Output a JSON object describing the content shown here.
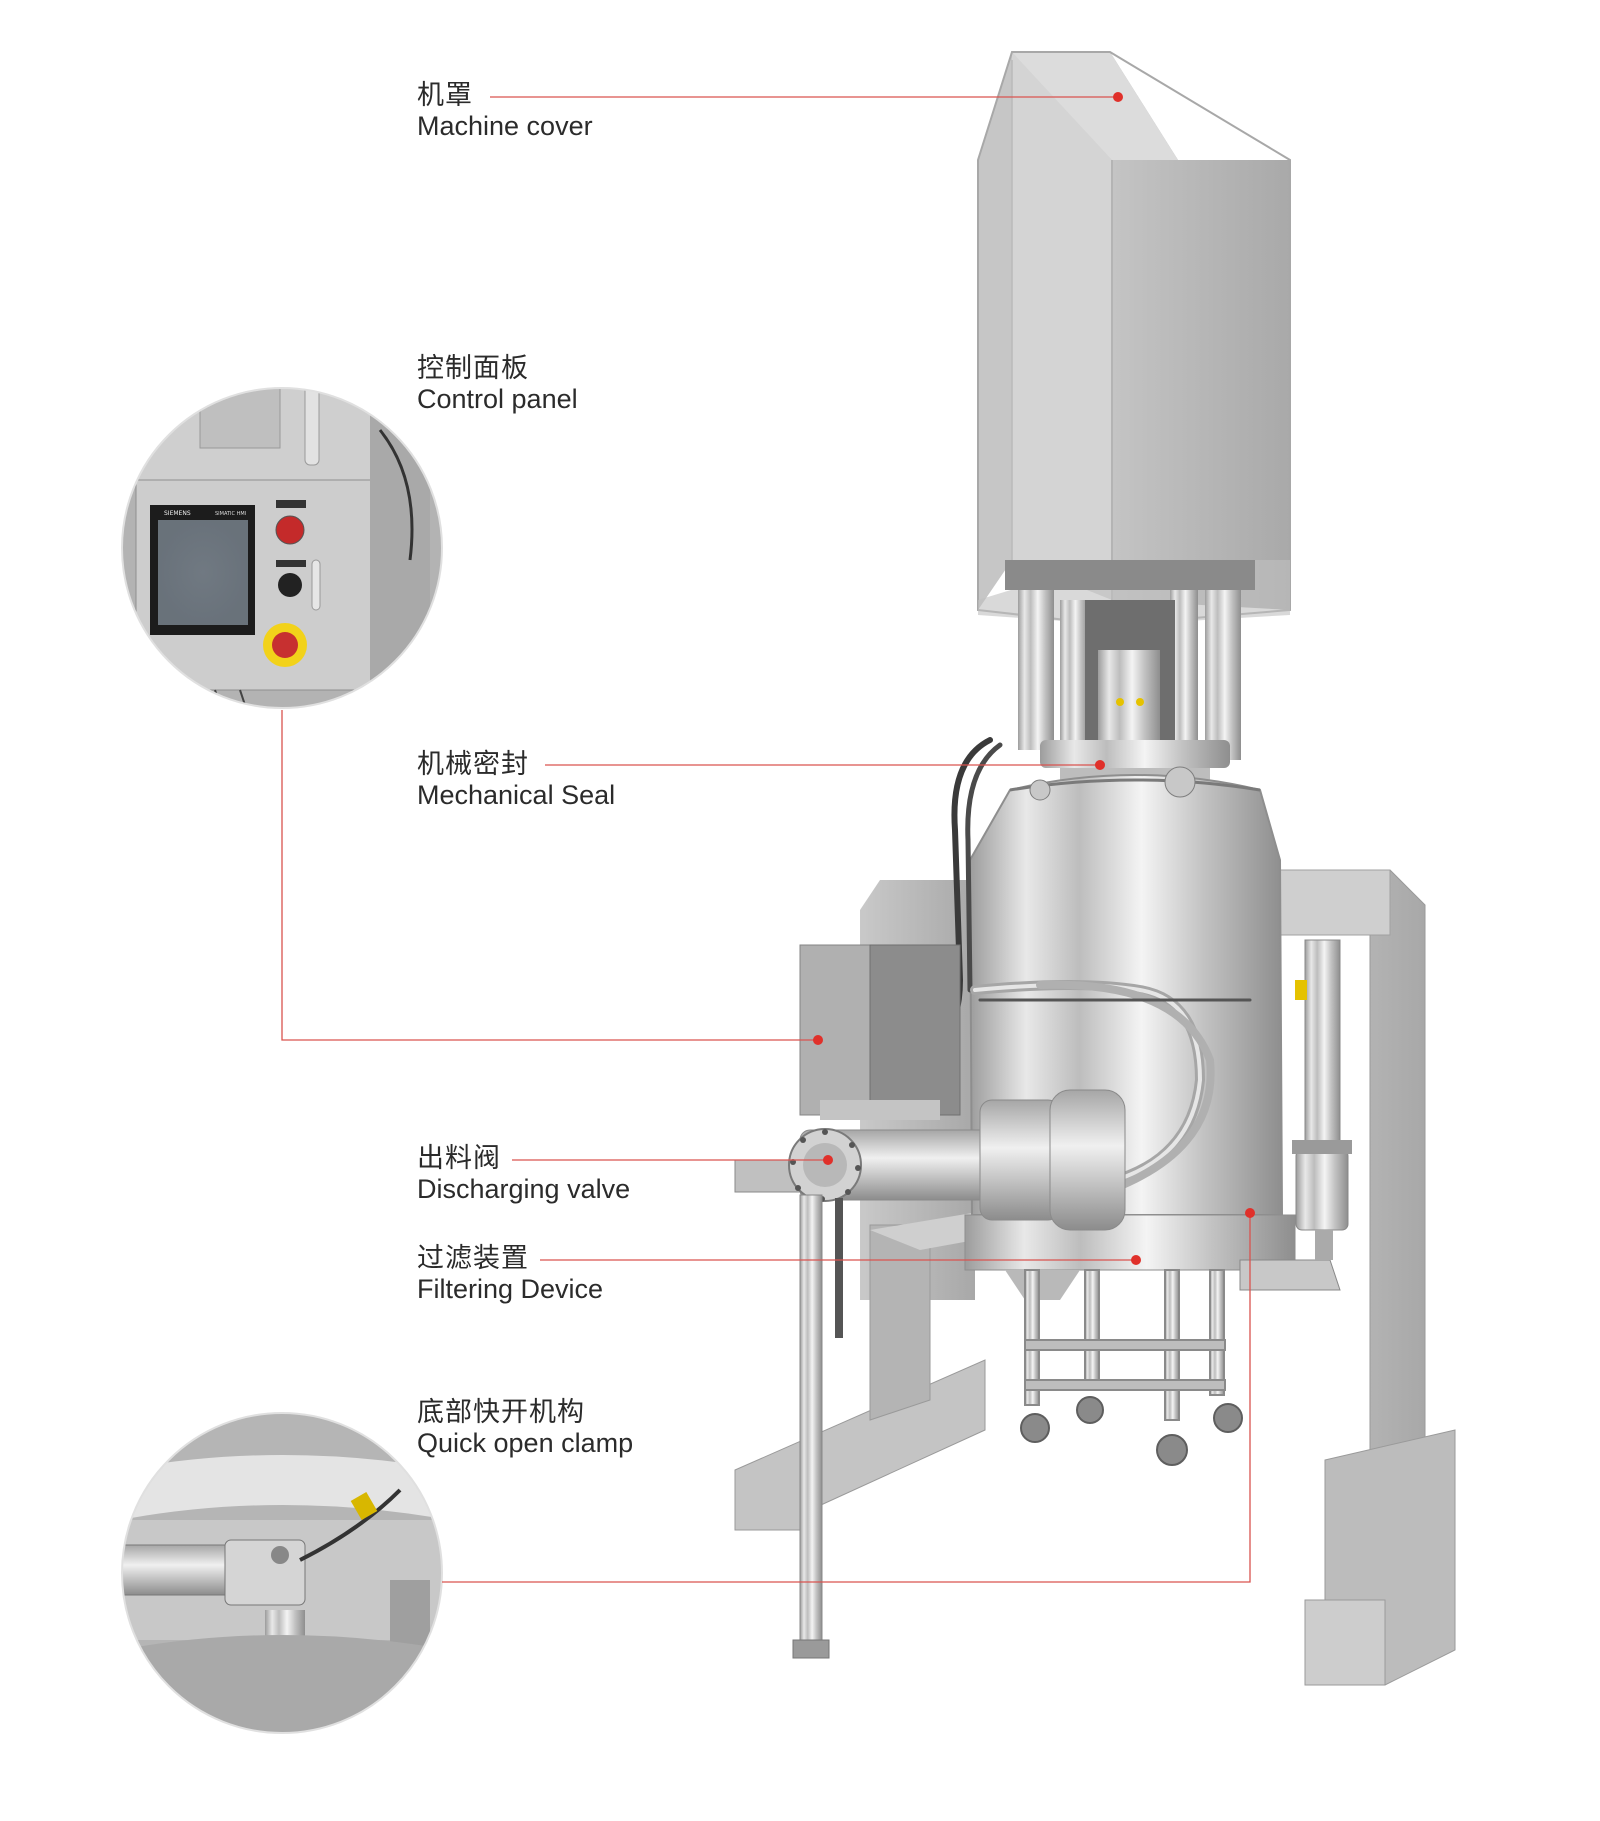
{
  "callouts": [
    {
      "id": "machine-cover",
      "cn": "机罩",
      "en": "Machine cover"
    },
    {
      "id": "control-panel",
      "cn": "控制面板",
      "en": "Control panel"
    },
    {
      "id": "mechanical-seal",
      "cn": "机械密封",
      "en": "Mechanical Seal"
    },
    {
      "id": "discharging-valve",
      "cn": "出料阀",
      "en": "Discharging valve"
    },
    {
      "id": "filtering-device",
      "cn": "过滤装置",
      "en": "Filtering Device"
    },
    {
      "id": "quick-open-clamp",
      "cn": "底部快开机构",
      "en": "Quick open clamp"
    }
  ],
  "inset_labels": {
    "hmi_brand": "SIEMENS",
    "hmi_model": "SIMATIC HMI"
  },
  "colors": {
    "leader_line": "#d9534f",
    "marker_dot": "#e0302a",
    "steel_light": "#e4e4e4",
    "steel_mid": "#c8c8c8",
    "steel_dark": "#9a9a9a",
    "frame_gray": "#bdbdbd"
  }
}
